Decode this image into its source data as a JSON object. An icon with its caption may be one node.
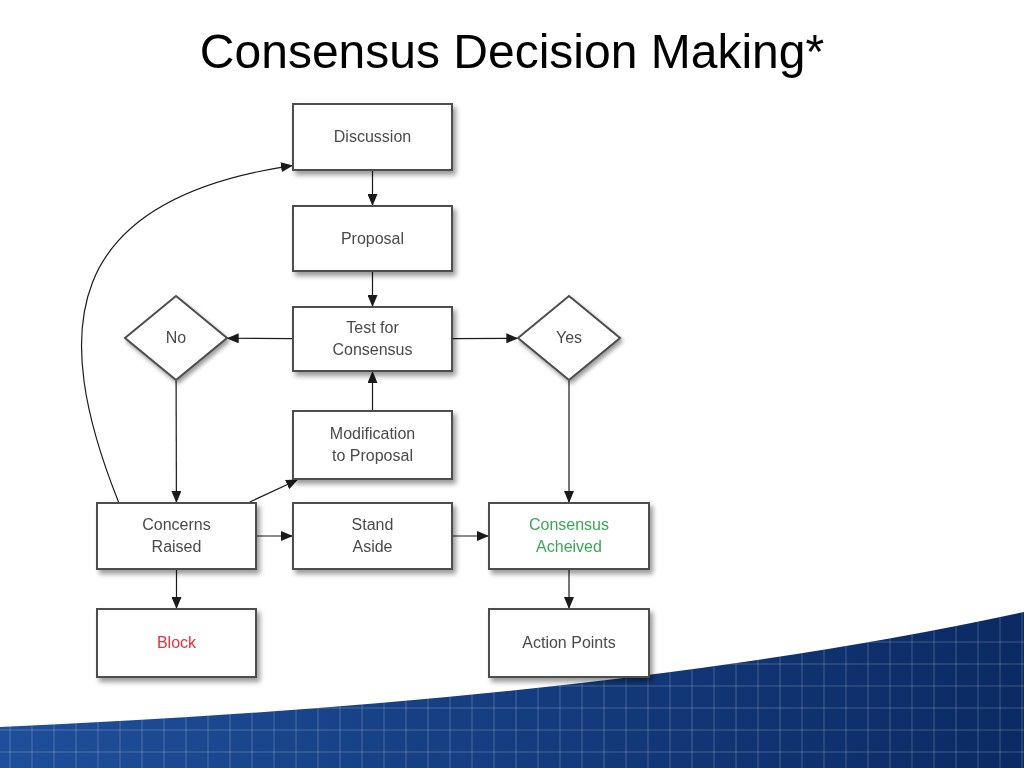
{
  "diagram": {
    "title": "Consensus Decision Making*",
    "nodes": [
      {
        "text": [
          "Discussion"
        ]
      },
      {
        "text": [
          "Proposal"
        ]
      },
      {
        "text": [
          "Test for Consensus"
        ]
      },
      {
        "text": [
          "No"
        ]
      },
      {
        "text": [
          "Yes"
        ]
      },
      {
        "text": [
          "Modification to Proposal"
        ]
      },
      {
        "text": [
          "Concerns Raised"
        ]
      },
      {
        "text": [
          "Stand Aside"
        ]
      },
      {
        "text": [
          "Consensus Acheived"
        ]
      },
      {
        "text": [
          "Block"
        ]
      },
      {
        "text": [
          "Action Points"
        ]
      }
    ],
    "edges": [
      {
        "from": 0,
        "to": 1,
        "arrow": "to"
      },
      {
        "from": 1,
        "to": 2,
        "arrow": "to"
      },
      {
        "from": 2,
        "to": 3,
        "arrow": "to"
      },
      {
        "from": 2,
        "to": 4,
        "arrow": "to"
      },
      {
        "from": 3,
        "to": 6,
        "arrow": "to"
      },
      {
        "from": 4,
        "to": 8,
        "arrow": "to"
      },
      {
        "from": 5,
        "to": 2,
        "arrow": "to"
      },
      {
        "from": 6,
        "to": 5,
        "arrow": "to"
      },
      {
        "from": 6,
        "to": 7,
        "arrow": "to"
      },
      {
        "from": 7,
        "to": 8,
        "arrow": "to"
      },
      {
        "from": 6,
        "to": 9,
        "arrow": "to"
      },
      {
        "from": 8,
        "to": 10,
        "arrow": "to"
      },
      {
        "from": 6,
        "to": 0,
        "arrow": "to"
      }
    ]
  }
}
